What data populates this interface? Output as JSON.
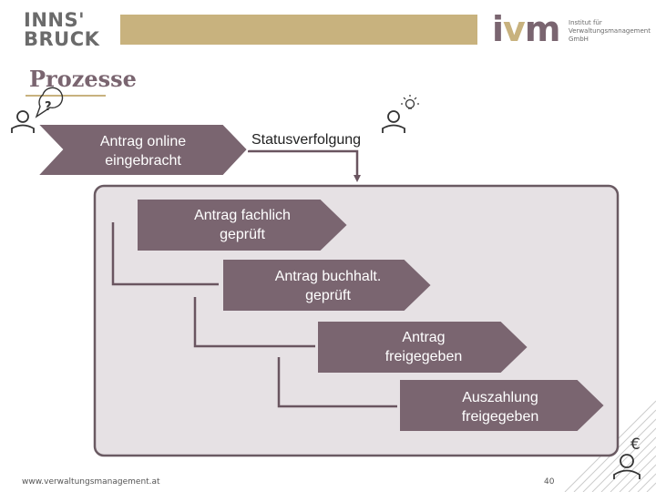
{
  "header": {
    "logo_left_line1": "INNS'",
    "logo_left_line2": "BRUCK",
    "logo_right_i": "i",
    "logo_right_v": "v",
    "logo_right_m": "m",
    "logo_right_sub1": "Institut für",
    "logo_right_sub2": "Verwaltungsmanagement",
    "logo_right_sub3": "GmbH",
    "accent_color": "#c8b27e"
  },
  "slide": {
    "title": "Prozesse"
  },
  "diagram": {
    "start_step": "Antrag online eingebracht",
    "status_label": "Statusverfolgung",
    "steps": [
      "Antrag fachlich geprüft",
      "Antrag buchhalt. geprüft",
      "Antrag freigegeben",
      "Auszahlung freigegeben"
    ],
    "step_color": "#7a6570",
    "panel_color": "#e6e1e4",
    "icons": [
      "person-question-icon",
      "person-idea-icon",
      "person-euro-icon"
    ],
    "euro_symbol": "€"
  },
  "footer": {
    "url": "www.verwaltungsmanagement.at",
    "page": "40"
  }
}
